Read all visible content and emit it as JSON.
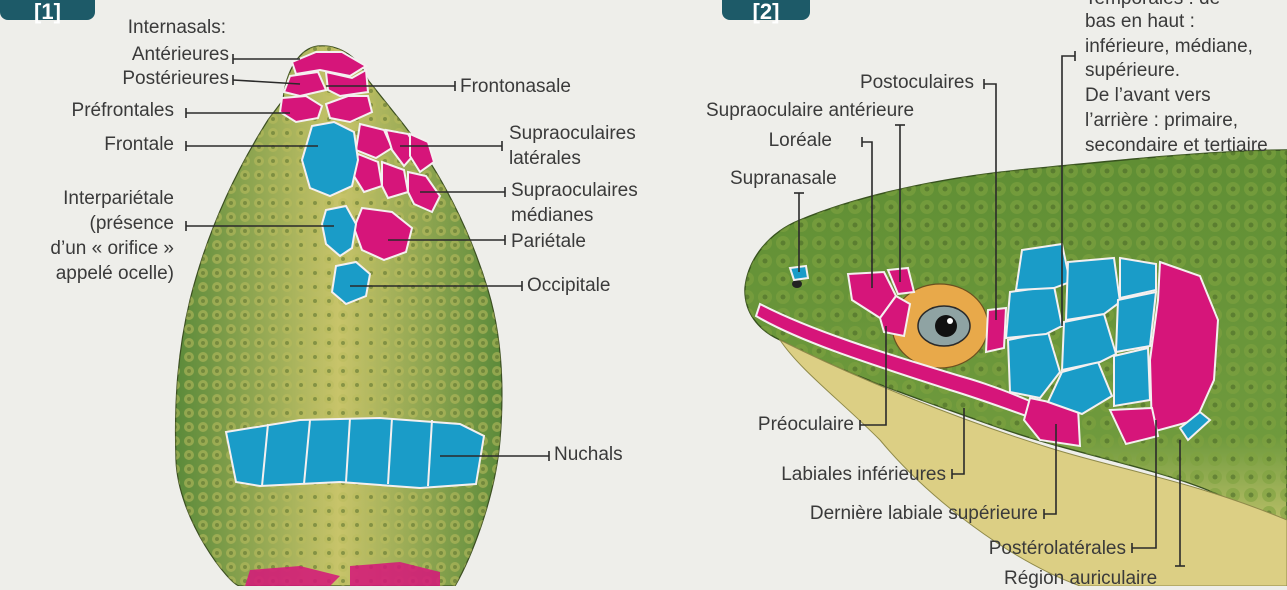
{
  "panel_1": {
    "badge": "[1]",
    "labels": {
      "internasals": "Internasals:",
      "anterieures": "Antérieures",
      "posterieures": "Postérieures",
      "prefrontales": "Préfrontales",
      "frontale": "Frontale",
      "interparietale_1": "Interpariétale",
      "interparietale_2": "(présence",
      "interparietale_3": "d’un « orifice »",
      "interparietale_4": "appelé ocelle)",
      "frontonasale": "Frontonasale",
      "supraoculaires_laterales_1": "Supraoculaires",
      "supraoculaires_laterales_2": "latérales",
      "supraoculaires_medianes_1": "Supraoculaires",
      "supraoculaires_medianes_2": "médianes",
      "parietale": "Pariétale",
      "occipitale": "Occipitale",
      "nuchals": "Nuchals"
    }
  },
  "panel_2": {
    "badge": "[2]",
    "temporales": {
      "line_0": "Temporales : de",
      "line_1": "bas en haut :",
      "line_2": "inférieure, médiane,",
      "line_3": "supérieure.",
      "line_4": "De l’avant vers",
      "line_5": "l’arrière : primaire,",
      "line_6": "secondaire et tertiaire"
    },
    "labels": {
      "postoculaires": "Postoculaires",
      "supraoculaire_anterieure": "Supraoculaire antérieure",
      "loreale": "Loréale",
      "supranasale": "Supranasale",
      "preoculaire": "Préoculaire",
      "labiales_inferieures": "Labiales inférieures",
      "derniere_labiale_superieure": "Dernière labiale supérieure",
      "posterolaterales": "Postérolatérales",
      "region_auriculaire": "Région auriculaire"
    }
  },
  "colors": {
    "magenta": "#d6157a",
    "cyan": "#1a9cc8",
    "skin_dark": "#6e8c3c",
    "skin_light": "#c9c86a",
    "badge": "#1d5a68",
    "background": "#eeeeea"
  }
}
